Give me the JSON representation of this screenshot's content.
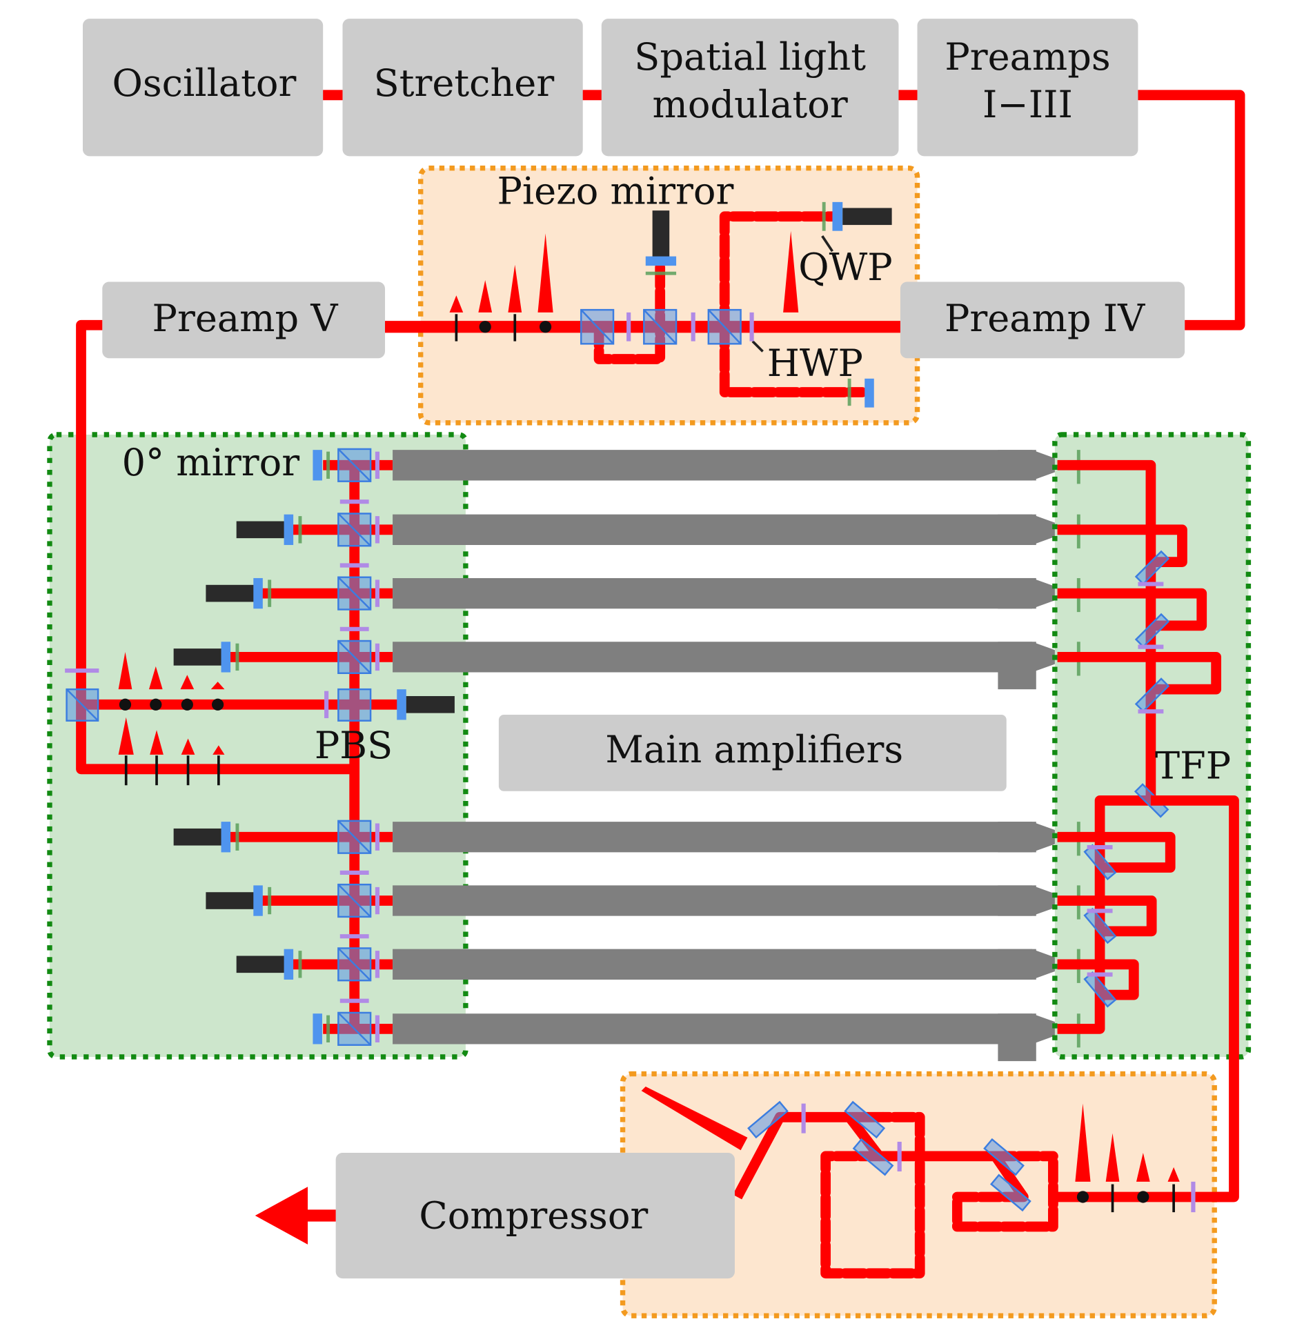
{
  "title": "Laser amplifier chain schematic",
  "colors": {
    "beam": "#ff0000",
    "module_box": "#cccccc",
    "amplifier_slab": "#7f7f7f",
    "orange_region_fill": "#fde6cf",
    "orange_region_border": "#f39a1f",
    "green_region_fill": "#cde6cc",
    "green_region_border": "#128a12",
    "pbs_blue": "#5a96e6",
    "hwp_purple": "#b08ae6",
    "qwp_green": "#5ca05c"
  },
  "modules": {
    "oscillator": "Oscillator",
    "stretcher": "Stretcher",
    "slm_line1": "Spatial light",
    "slm_line2": "modulator",
    "preamps_line1": "Preamps",
    "preamps_line2": "I−III",
    "preamp_iv": "Preamp IV",
    "preamp_v": "Preamp V",
    "main_amplifiers": "Main amplifiers",
    "compressor": "Compressor"
  },
  "labels": {
    "piezo_mirror": "Piezo mirror",
    "qwp": "QWP",
    "hwp": "HWP",
    "zero_deg_mirror": "0° mirror",
    "pbs": "PBS",
    "tfp": "TFP"
  },
  "regions": [
    {
      "name": "pulse-splitting-stage",
      "style": "orange-dotted"
    },
    {
      "name": "beam-splitting-stage",
      "style": "green-dotted"
    },
    {
      "name": "beam-combining-stage",
      "style": "green-dotted"
    },
    {
      "name": "pulse-stacking-stage",
      "style": "orange-dotted"
    }
  ],
  "amplifier_channels": 8
}
